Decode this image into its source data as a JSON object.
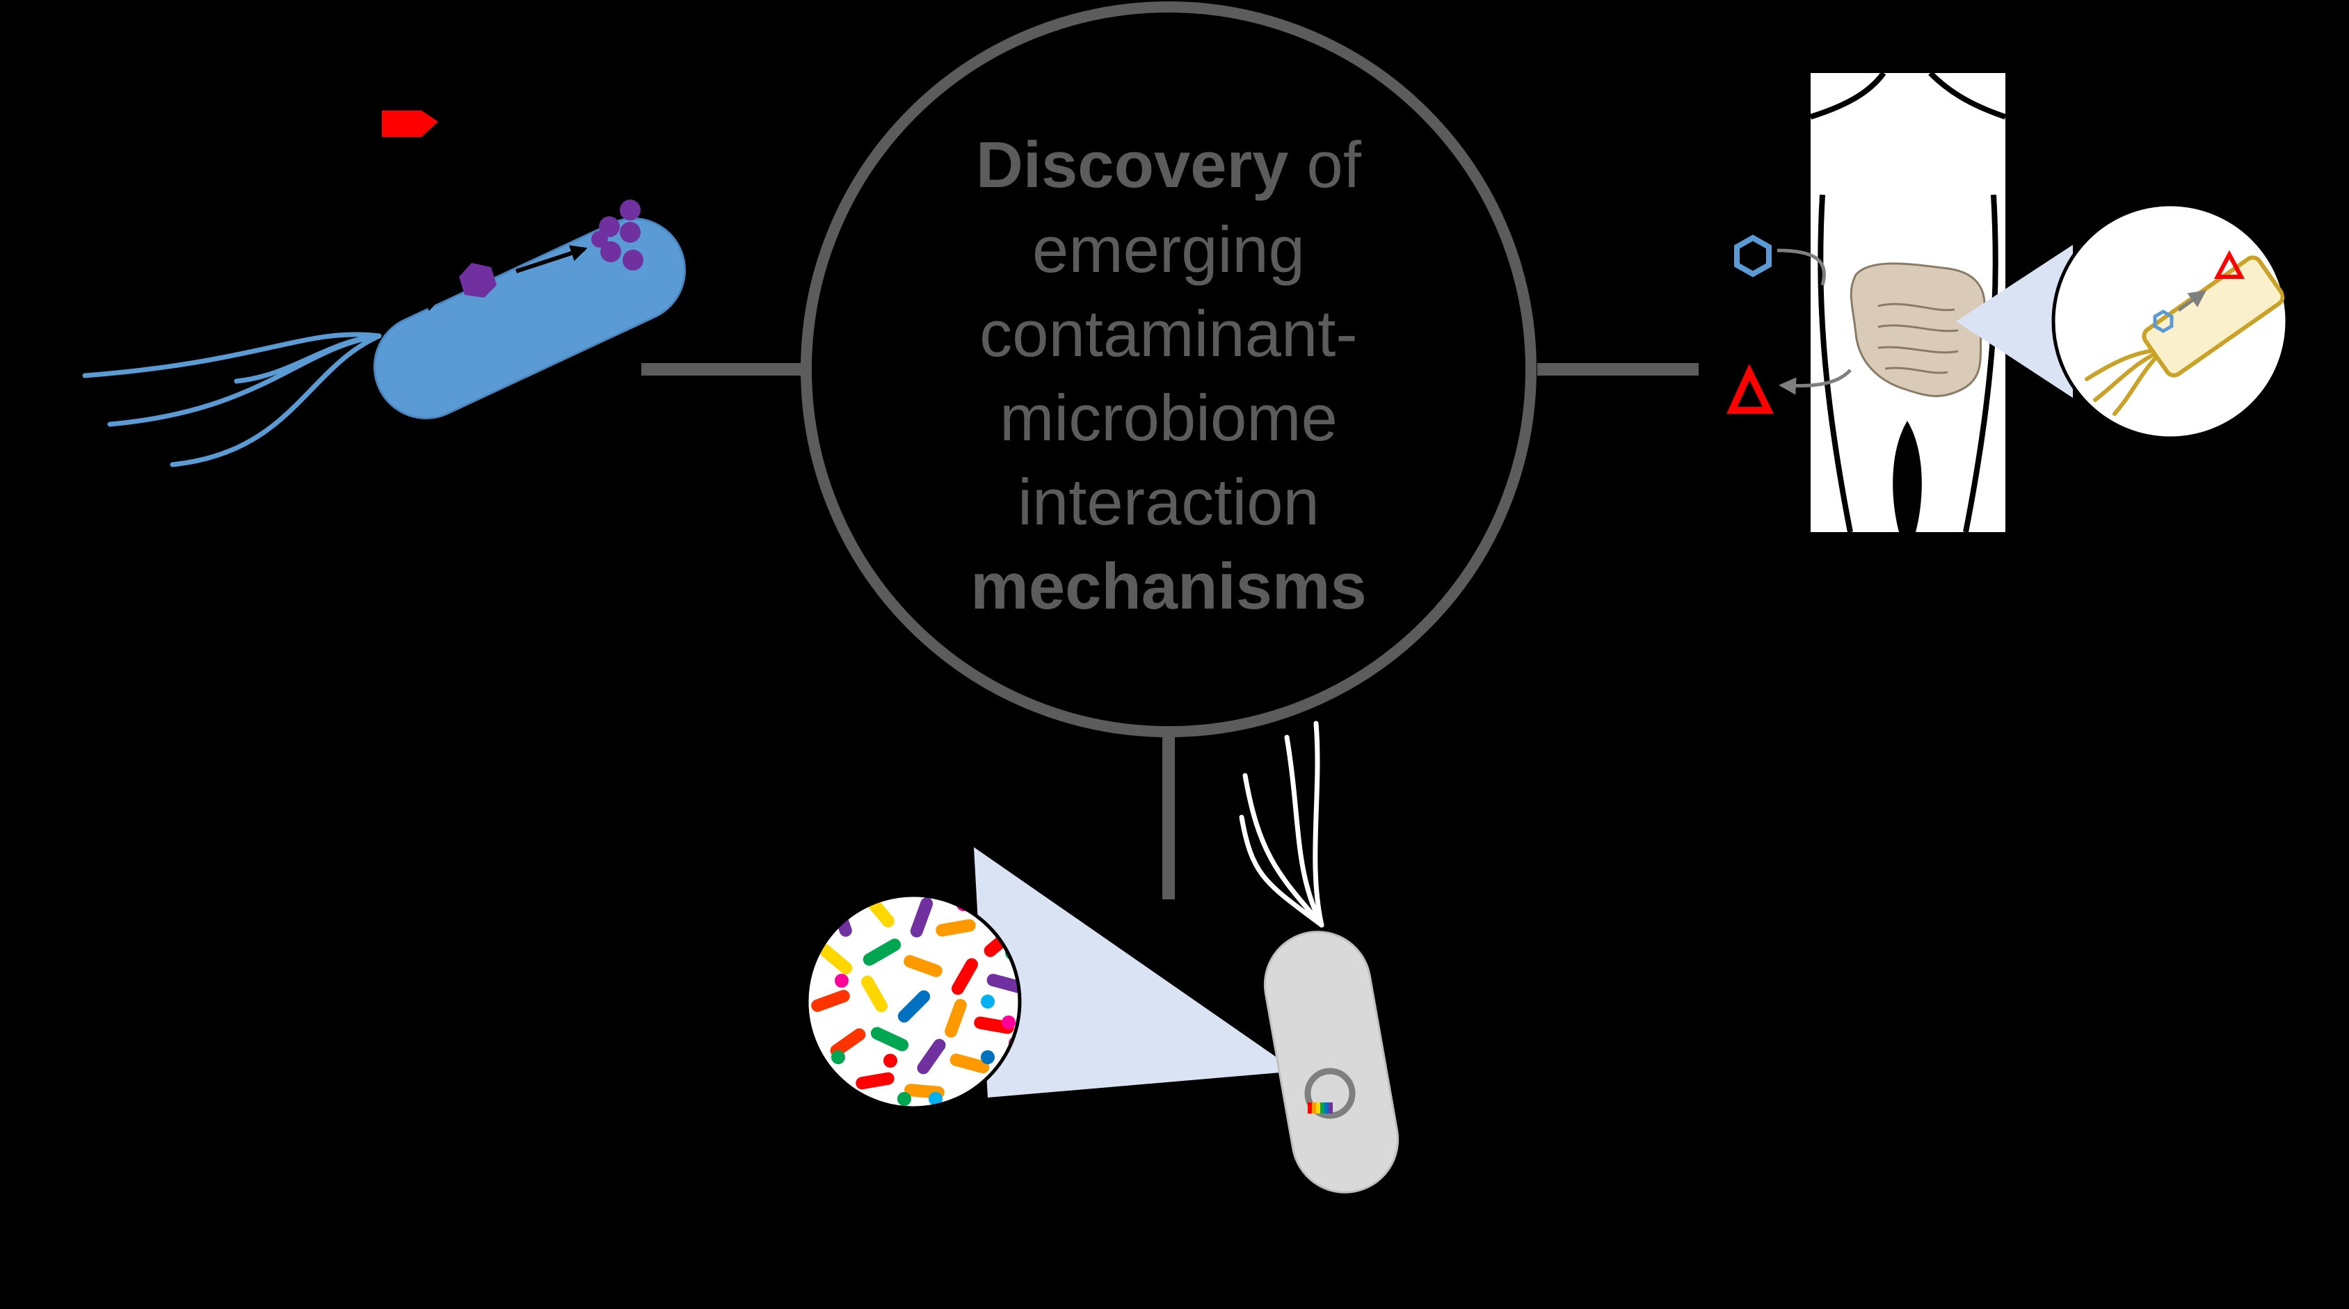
{
  "center": {
    "line1_bold": "Discovery",
    "line1_rest": " of",
    "line2": "emerging",
    "line3": "contaminant-",
    "line4": "microbiome",
    "line5": "interaction",
    "line6_bold": "mechanisms"
  },
  "colors": {
    "background": "#000000",
    "hub": "#5c5c5c",
    "bacterium_blue": "#5b9bd5",
    "metabolite_purple": "#7030a0",
    "contaminant_red": "#ff0000",
    "gut_beige": "#d9cbb8",
    "community_bacterium": "#d9d9d9",
    "gut_bacterium_gold": "#c9a227"
  },
  "icons": [
    "enzyme-icon",
    "flagellated-bacterium-icon",
    "body-outline-icon",
    "intestine-icon",
    "hexagon-compound-icon",
    "triangle-metabolite-icon",
    "magnified-bacterium-icon",
    "microbial-community-icon",
    "plasmid-icon"
  ]
}
